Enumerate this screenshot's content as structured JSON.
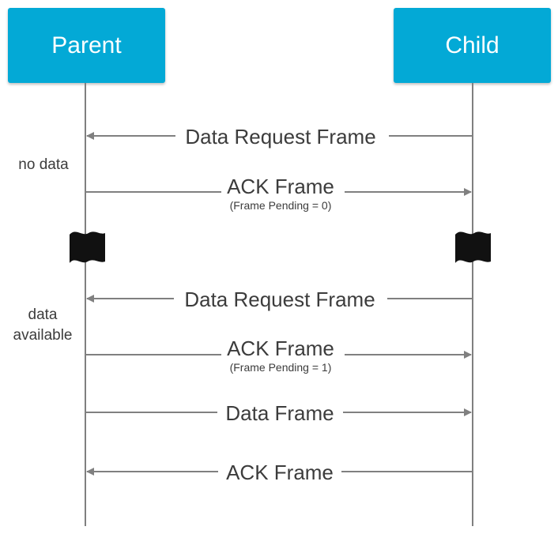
{
  "actors": {
    "parent": "Parent",
    "child": "Child"
  },
  "colors": {
    "actor_bg": "#03A9D6",
    "actor_text": "#FFFFFF",
    "line": "#808080",
    "text": "#3C3C3C",
    "break_mark": "#111111"
  },
  "notes": {
    "no_data": "no data",
    "data_available_line1": "data",
    "data_available_line2": "available"
  },
  "messages": [
    {
      "id": "m1",
      "from": "child",
      "to": "parent",
      "label": "Data Request Frame",
      "sub": ""
    },
    {
      "id": "m2",
      "from": "parent",
      "to": "child",
      "label": "ACK Frame",
      "sub": "(Frame Pending = 0)"
    },
    {
      "id": "m3",
      "from": "child",
      "to": "parent",
      "label": "Data Request Frame",
      "sub": ""
    },
    {
      "id": "m4",
      "from": "parent",
      "to": "child",
      "label": "ACK Frame",
      "sub": "(Frame Pending = 1)"
    },
    {
      "id": "m5",
      "from": "parent",
      "to": "child",
      "label": "Data Frame",
      "sub": ""
    },
    {
      "id": "m6",
      "from": "child",
      "to": "parent",
      "label": "ACK Frame",
      "sub": ""
    }
  ]
}
